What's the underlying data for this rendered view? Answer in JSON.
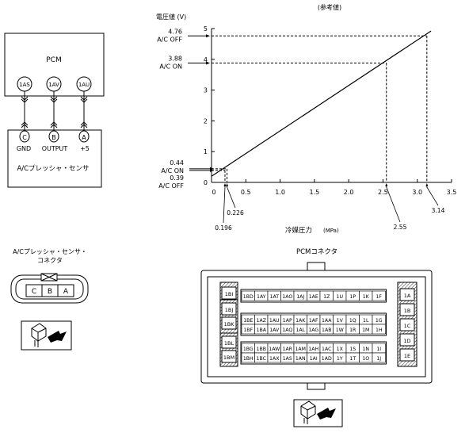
{
  "circuit": {
    "pcm_label": "PCM",
    "pcm_pins": [
      "1AS",
      "1AV",
      "1AU"
    ],
    "sensor_pins": [
      "C",
      "B",
      "A"
    ],
    "sensor_pin_labels": [
      "GND",
      "OUTPUT",
      "+5"
    ],
    "sensor_label": "A/Cプレッシャ・センサ"
  },
  "chart_data": {
    "type": "line",
    "title": "(参考値)",
    "ylabel": "電圧値 (V)",
    "xlabel": "冷媒圧力",
    "xunit": "(MPa)",
    "xlim": [
      0,
      3.5
    ],
    "ylim": [
      0,
      5
    ],
    "x_ticks": [
      "0.5",
      "1.0",
      "1.5",
      "2.0",
      "2.5",
      "3.0",
      "3.5"
    ],
    "y_ticks": [
      "0",
      "1",
      "2",
      "3",
      "4",
      "5"
    ],
    "x_origin_label": "0",
    "series": [
      {
        "x": [
          0.0,
          3.2
        ],
        "y": [
          0.2,
          4.92
        ]
      }
    ],
    "annotations": [
      {
        "value": "4.76",
        "state": "A/C OFF",
        "x": 3.14,
        "y": 4.76,
        "x_label": "3.14"
      },
      {
        "value": "3.88",
        "state": "A/C ON",
        "x": 2.55,
        "y": 3.88,
        "x_label": "2.55"
      },
      {
        "value": "0.44",
        "state": "A/C ON",
        "x": 0.226,
        "y": 0.44,
        "x_label": "0.226"
      },
      {
        "value": "0.39",
        "state": "A/C OFF",
        "x": 0.196,
        "y": 0.39,
        "x_label": "0.196"
      }
    ]
  },
  "sensor_connector": {
    "title_line1": "A/Cプレッシャ・センサ・",
    "title_line2": "コネクタ",
    "pins": [
      "C",
      "B",
      "A"
    ]
  },
  "pcm_connector": {
    "title": "PCMコネクタ",
    "left_col": [
      "1BI",
      "1BJ",
      "1BK",
      "1BL",
      "1BM"
    ],
    "right_col": [
      "1A",
      "1B",
      "1C",
      "1D",
      "1E"
    ],
    "rows": [
      [
        "1BD",
        "1AY",
        "1AT",
        "1AO",
        "1AJ",
        "1AE",
        "1Z",
        "1U",
        "1P",
        "1K",
        "1F"
      ],
      [
        "1BE",
        "1AZ",
        "1AU",
        "1AP",
        "1AK",
        "1AF",
        "1AA",
        "1V",
        "1Q",
        "1L",
        "1G"
      ],
      [
        "1BF",
        "1BA",
        "1AV",
        "1AQ",
        "1AL",
        "1AG",
        "1AB",
        "1W",
        "1R",
        "1M",
        "1H"
      ],
      [
        "1BG",
        "1BB",
        "1AW",
        "1AR",
        "1AM",
        "1AH",
        "1AC",
        "1X",
        "1S",
        "1N",
        "1I"
      ],
      [
        "1BH",
        "1BC",
        "1AX",
        "1AS",
        "1AN",
        "1AI",
        "1AD",
        "1Y",
        "1T",
        "1O",
        "1J"
      ]
    ]
  }
}
